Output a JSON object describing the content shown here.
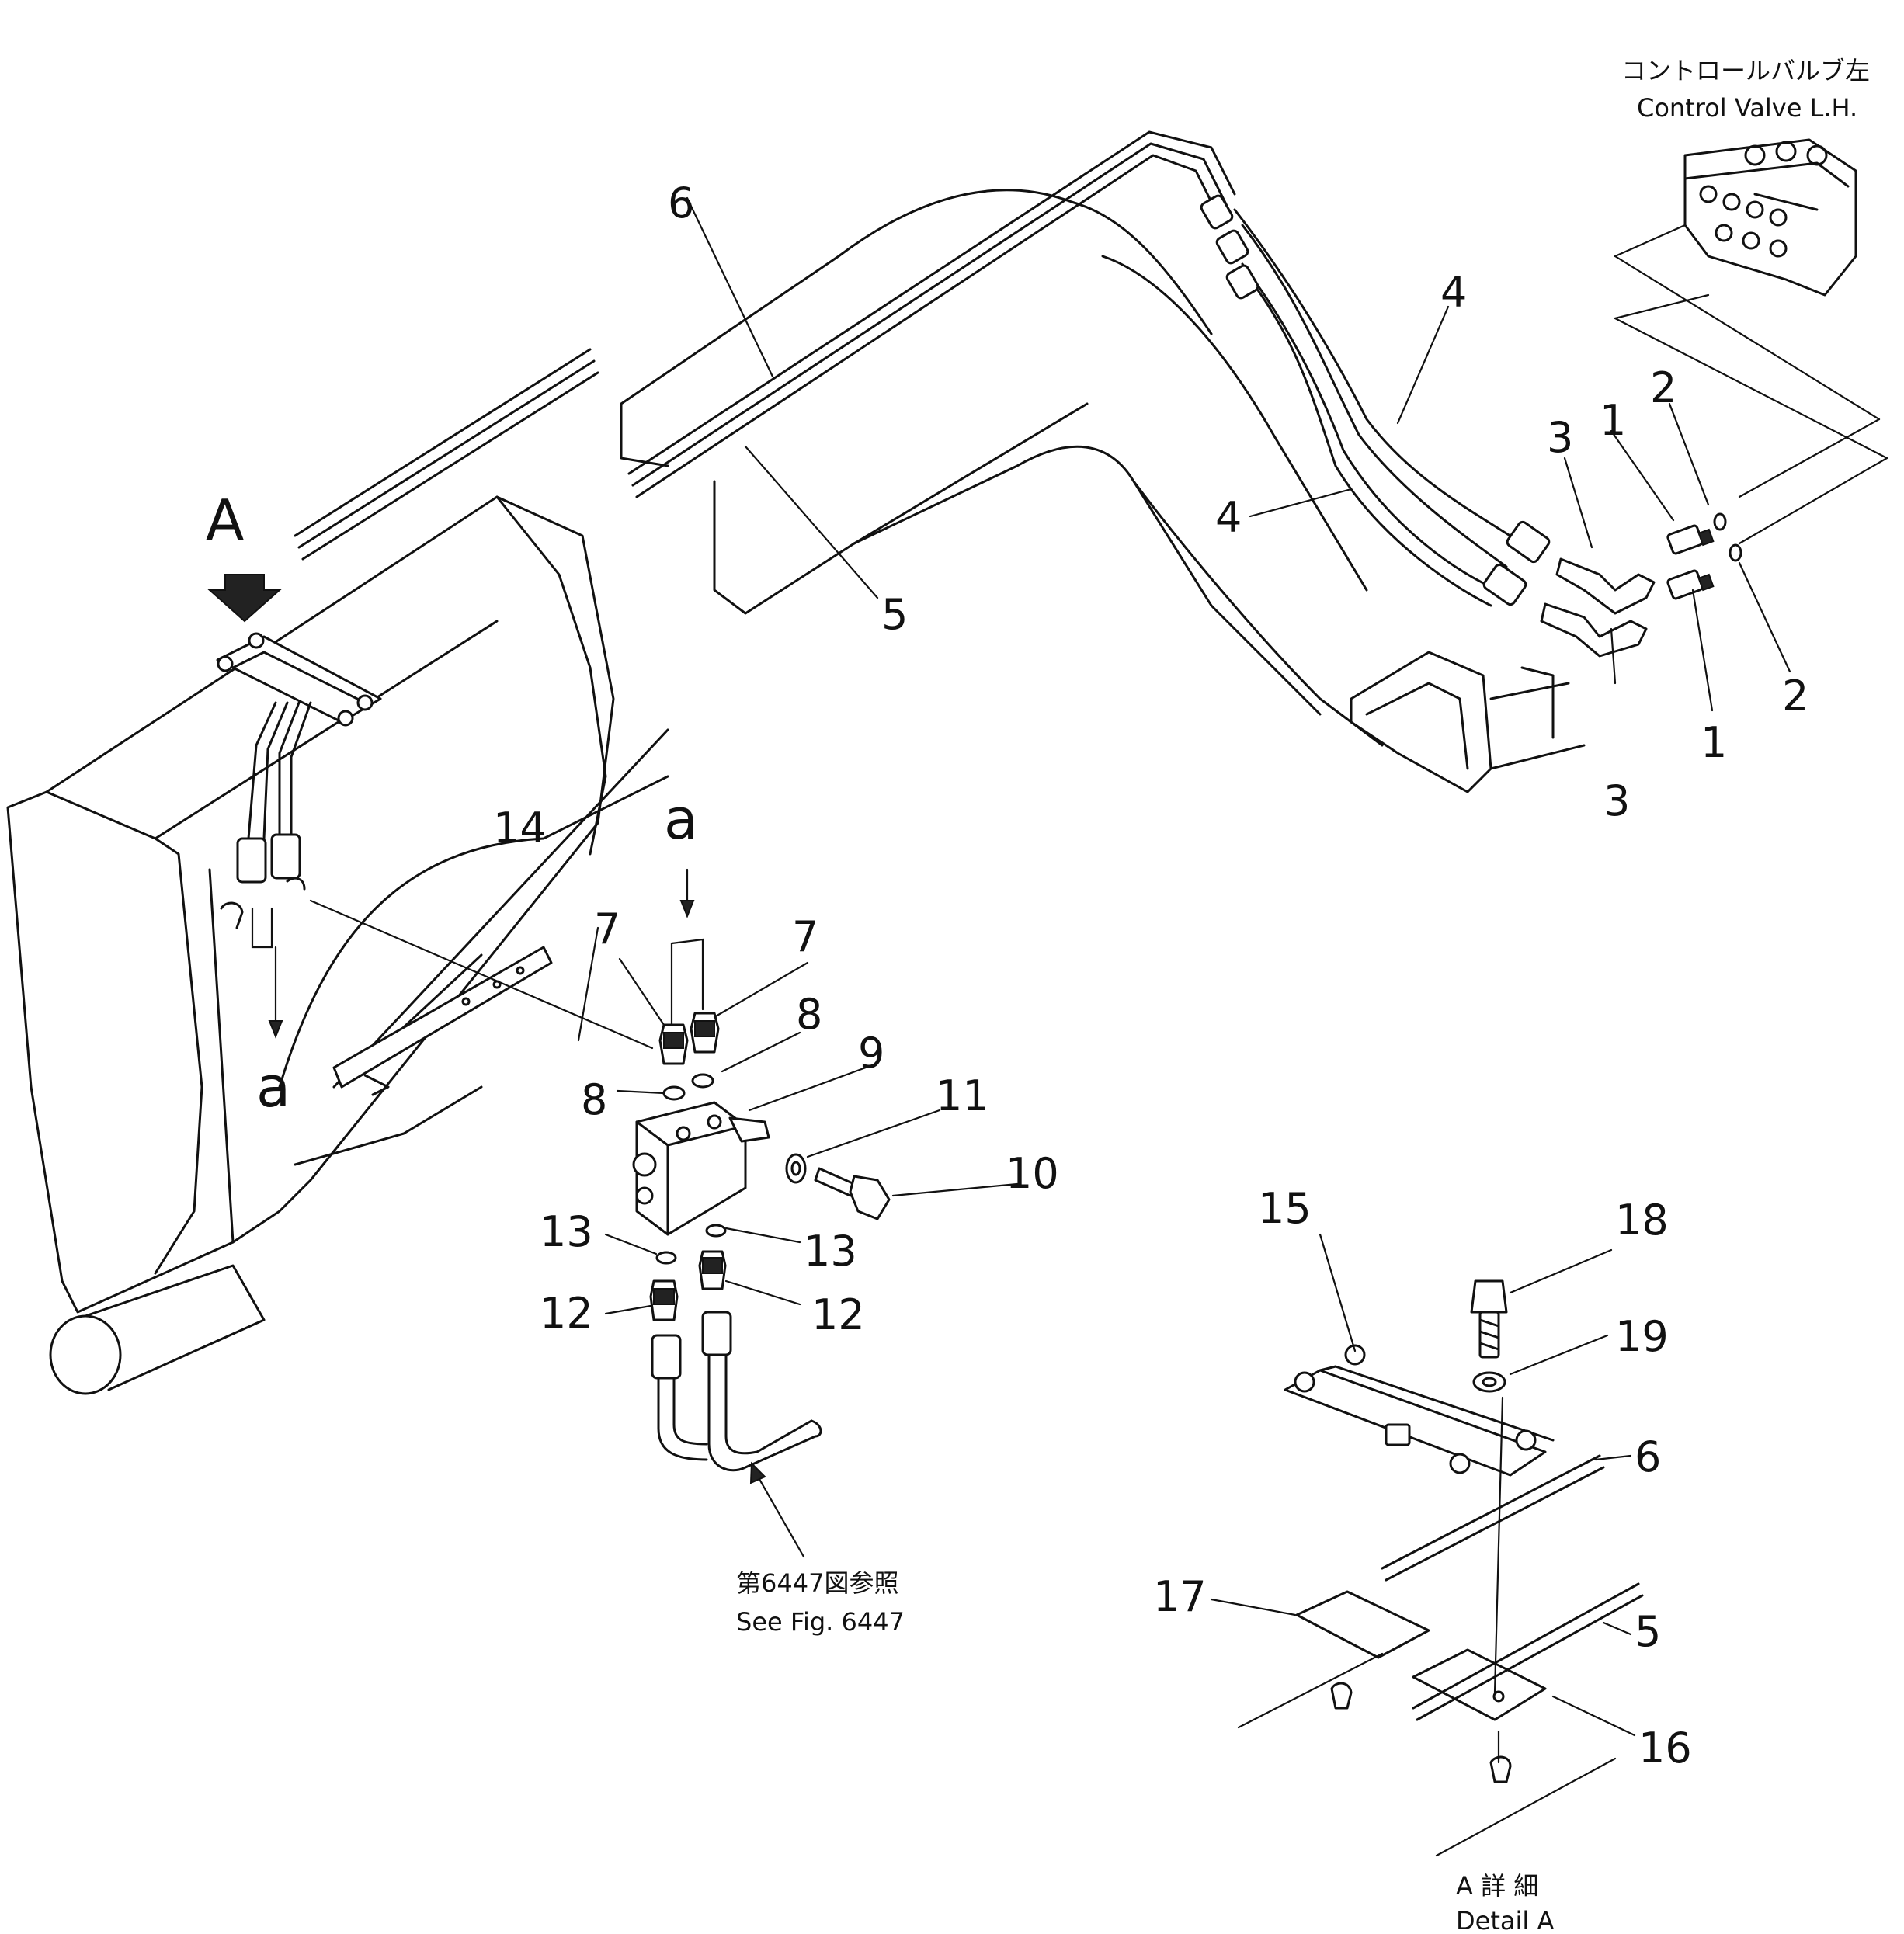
{
  "labels": {
    "control_valve_jp": "コントロールバルブ左",
    "control_valve_en": "Control Valve L.H.",
    "see_fig_jp": "第6447図参照",
    "see_fig_en": "See Fig. 6447",
    "detail_a_jp": "A 詳 細",
    "detail_a_en": "Detail A",
    "view_a": "A",
    "arrow_a_left": "a",
    "arrow_a_top": "a"
  },
  "callouts": {
    "p1_top": "1",
    "p1_bottom": "1",
    "p2_top": "2",
    "p2_bottom": "2",
    "p3_top": "3",
    "p3_bottom": "3",
    "p4_upper": "4",
    "p4_lower": "4",
    "p5_main": "5",
    "p5_detail": "5",
    "p6_main": "6",
    "p6_detail": "6",
    "p7_left": "7",
    "p7_right": "7",
    "p8_left": "8",
    "p8_right": "8",
    "p9": "9",
    "p10": "10",
    "p11": "11",
    "p12_left": "12",
    "p12_right": "12",
    "p13_left": "13",
    "p13_right": "13",
    "p14": "14",
    "p15": "15",
    "p16": "16",
    "p17": "17",
    "p18": "18",
    "p19": "19"
  }
}
